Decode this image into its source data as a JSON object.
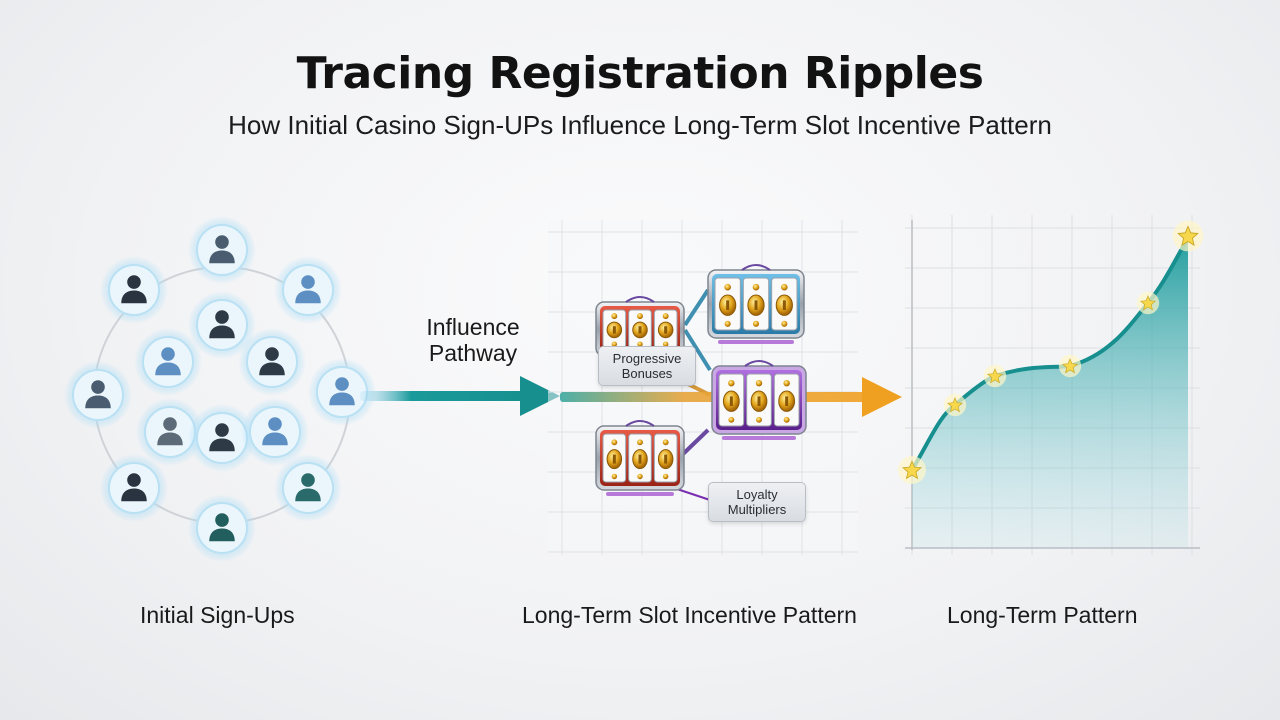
{
  "header": {
    "title": "Tracing Registration Ripples",
    "subtitle": "How Initial Casino Sign-UPs Influence Long-Term Slot Incentive Pattern"
  },
  "sections": {
    "signups_label": "Initial Sign-Ups",
    "slots_label": "Long-Term Slot Incentive Pattern",
    "pattern_label": "Long-Term Pattern"
  },
  "pathway": {
    "line1": "Influence",
    "line2": "Pathway"
  },
  "slot_tags": {
    "progressive_line1": "Progressive",
    "progressive_line2": "Bonuses",
    "loyalty_line1": "Loyalty",
    "loyalty_line2": "Multipliers"
  },
  "colors": {
    "teal": "#1a9a9a",
    "orange": "#f0a020",
    "purple": "#7a2fb0",
    "glow": "#9fd8f5",
    "star": "#f5d54a"
  },
  "icons": [
    "person-icon",
    "slot-machine-icon",
    "star-icon",
    "arrow-right-icon"
  ]
}
